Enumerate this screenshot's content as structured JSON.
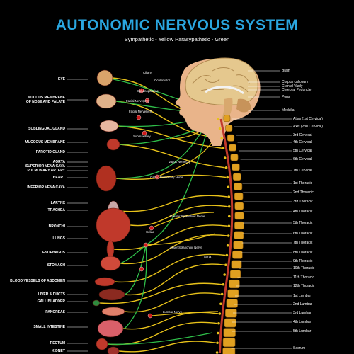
{
  "title": "AUTONOMIC NERVOUS SYSTEM",
  "subtitle": "Sympathetic - Yellow  Parasypathetic - Green",
  "colors": {
    "title": "#2aa6e0",
    "sympathetic": "#e8c21a",
    "parasympathetic": "#2fbf4a",
    "organ": "#c0392b",
    "spine": "#e0a020"
  },
  "organs": [
    "EYE",
    "MUCOUS MEMBRANE\nOF NOSE AND PALATE",
    "SUBLINGUAL GLAND",
    "MUCCOUS MEMBRANE",
    "PAROTID GLAND",
    "AORTA",
    "SUPERIOR VENA CAVA",
    "PULMONARY ARTERY",
    "HEART",
    "INFERIOR VENA CAVA",
    "LARYNX",
    "TRACHEA",
    "BRONCHI",
    "LUNGS",
    "ESOPHAGUS",
    "STOMACH",
    "BLOOD VESSELS OF ABDOMEN",
    "LIVER & DUCTS",
    "GALL BLADDER",
    "PANCREAS",
    "SMALL INTESTINE",
    "RECTUM",
    "KIDNEY"
  ],
  "brain_labels": [
    "Brain",
    "Corpus callosum",
    "Cranial Vauly",
    "Cerebral Peduncle",
    "Pons",
    "Medulla"
  ],
  "vertebrae": [
    "Atlas (1st Cervical)",
    "Axis (2nd Cervical)",
    "3rd Cervical",
    "4th Cervical",
    "5th Cervical",
    "6th Cervical",
    "7th Cervical",
    "1st Thoracic",
    "2nd Thoracic",
    "3rd Thoracic",
    "4th Thoracic",
    "5th Thoracic",
    "6th Thoracic",
    "7th Thoracic",
    "8th Thoracic",
    "9th Thoracic",
    "10th Thoracic",
    "11th Thoracic",
    "12th Thoracic",
    "1st Lumbar",
    "2nd Lumbar",
    "3rd Lumbar",
    "4th Lumbar",
    "5th Lumbar",
    "Sacrum"
  ],
  "nerves": [
    "Ciliary",
    "Oculomotor",
    "Sphenopalatine",
    "Facial Nerve(VII)",
    "Facial Nerve(VII)",
    "Submaxillary",
    "Vagus Nerve(X)",
    "Cardio Pulmonary Nerve",
    "Greater Splanchnic Nerve",
    "Celiac",
    "Lesser Splanchnic Nerve",
    "Aorta",
    "Lumbar Nerve"
  ]
}
